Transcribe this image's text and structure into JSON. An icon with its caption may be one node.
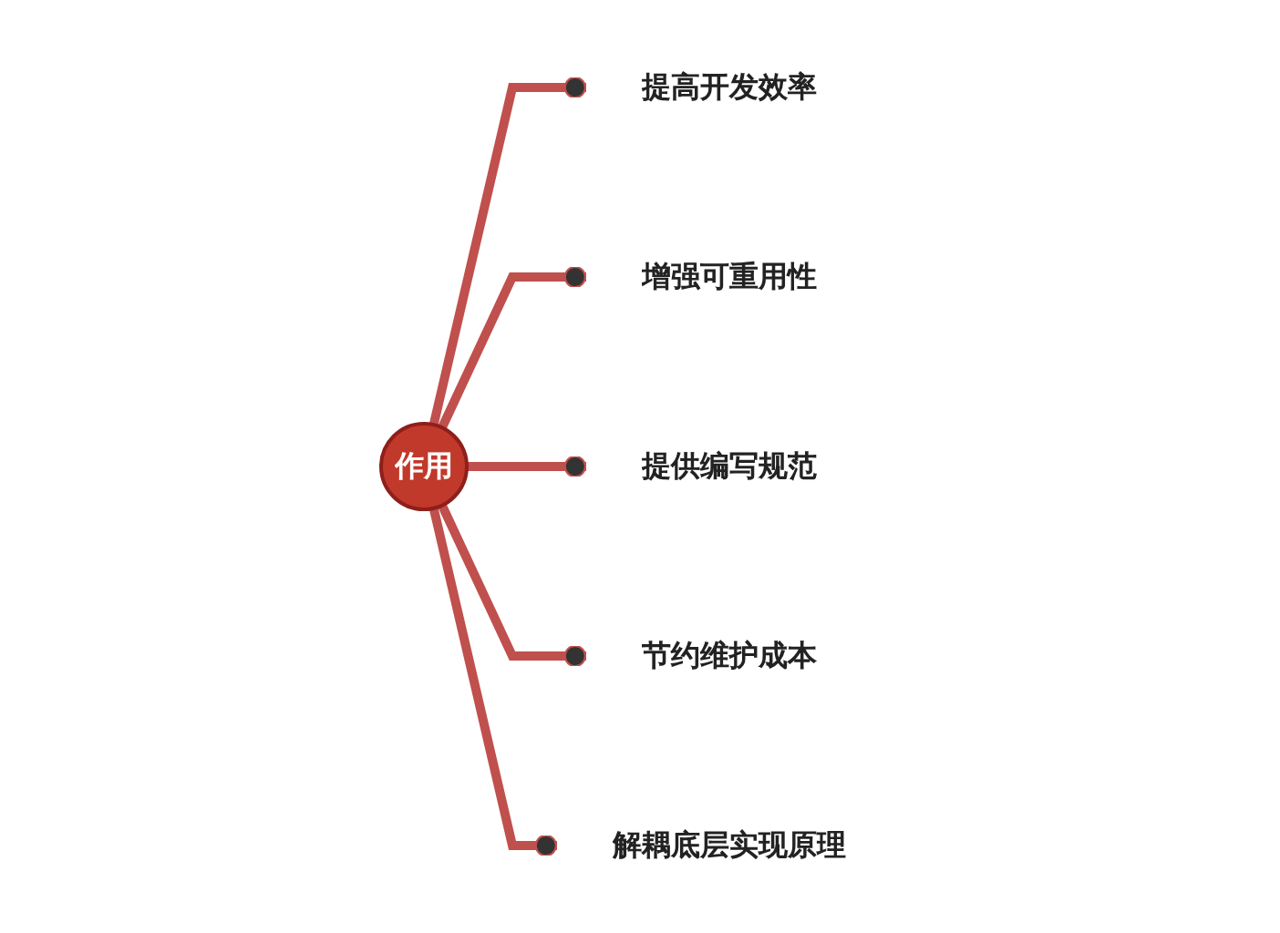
{
  "diagram": {
    "nodes": [
      {
        "text": [
          "作用"
        ]
      },
      {
        "text": [
          "提高开发效率"
        ]
      },
      {
        "text": [
          "增强可重用性"
        ]
      },
      {
        "text": [
          "提供编写规范"
        ]
      },
      {
        "text": [
          "节约维护成本"
        ]
      },
      {
        "text": [
          "解耦底层实现原理"
        ]
      }
    ],
    "edges": [
      {
        "from": 0,
        "to": 1,
        "arrow": "other"
      },
      {
        "from": 0,
        "to": 2,
        "arrow": "other"
      },
      {
        "from": 0,
        "to": 3,
        "arrow": "other"
      },
      {
        "from": 0,
        "to": 4,
        "arrow": "other"
      },
      {
        "from": 0,
        "to": 5,
        "arrow": "other"
      }
    ]
  }
}
